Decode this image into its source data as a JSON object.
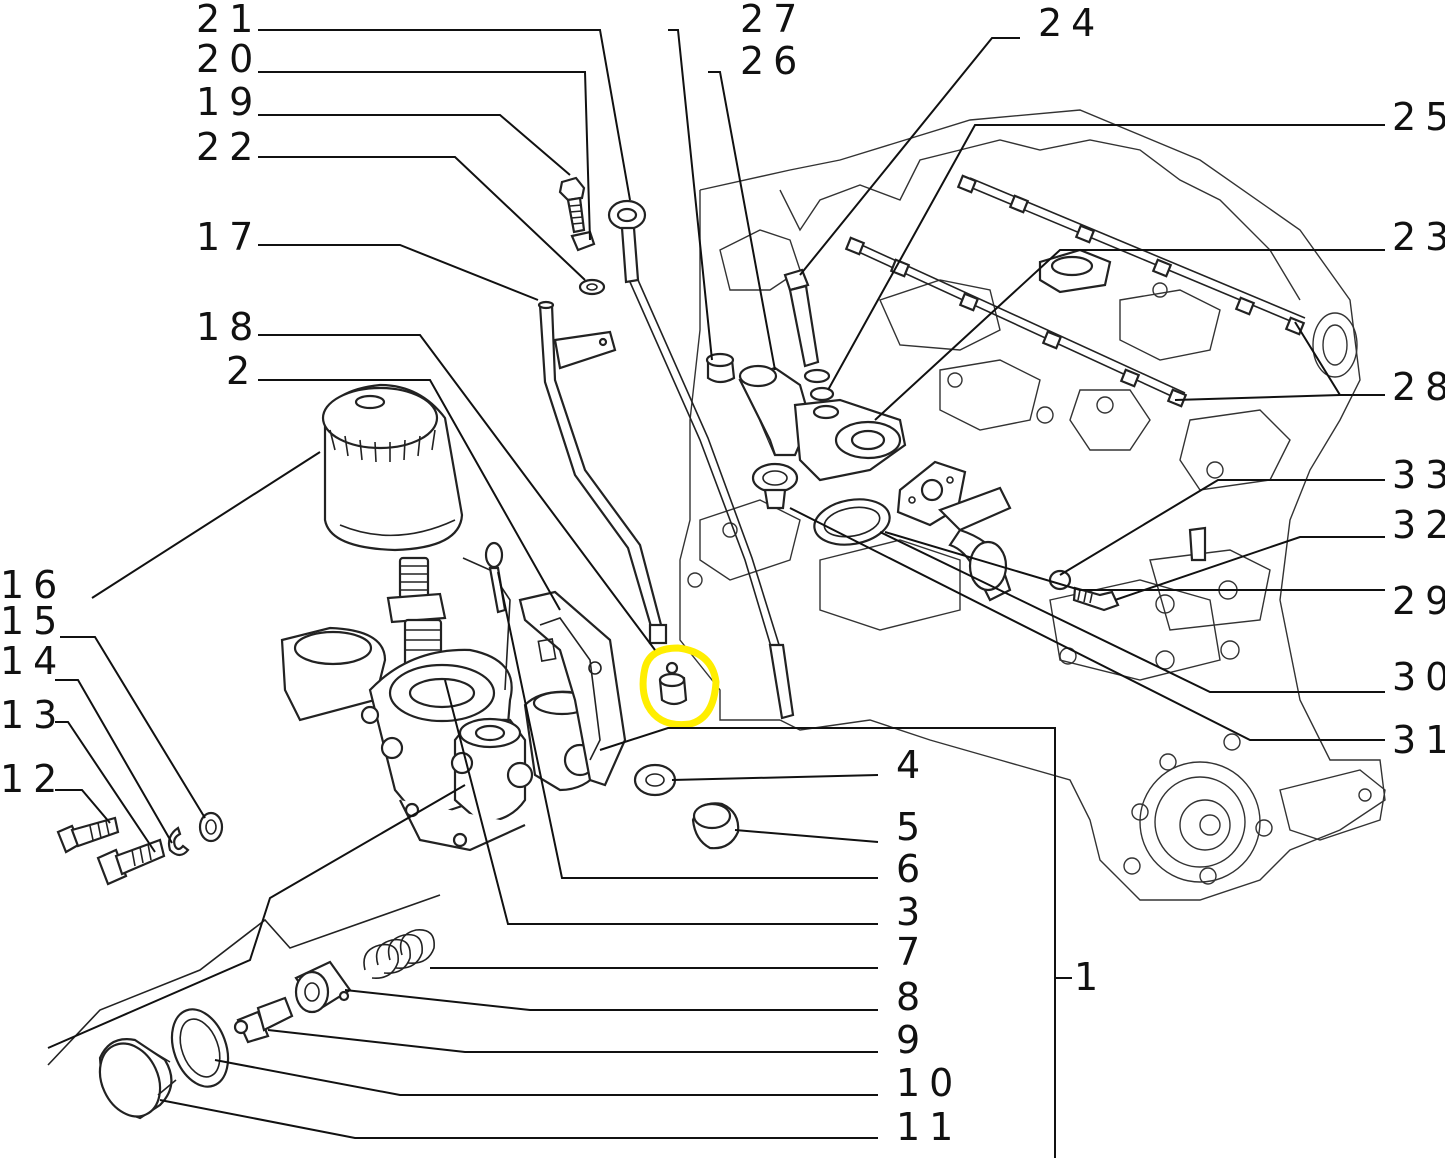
{
  "diagram": {
    "callouts": {
      "c1": "1",
      "c2": "2",
      "c3": "3",
      "c4": "4",
      "c5": "5",
      "c6": "6",
      "c7": "7",
      "c8": "8",
      "c9": "9",
      "c10": "10",
      "c11": "11",
      "c12": "12",
      "c13": "13",
      "c14": "14",
      "c15": "15",
      "c16": "16",
      "c17": "17",
      "c18": "18",
      "c19": "19",
      "c20": "20",
      "c21": "21",
      "c22": "22",
      "c23": "23",
      "c24": "24",
      "c25": "25",
      "c26": "26",
      "c27": "27",
      "c28": "28",
      "c29": "29",
      "c30": "30",
      "c31": "31",
      "c32": "32",
      "c33": "33"
    },
    "highlight_color": "#ffee00",
    "line_color": "#111111"
  }
}
